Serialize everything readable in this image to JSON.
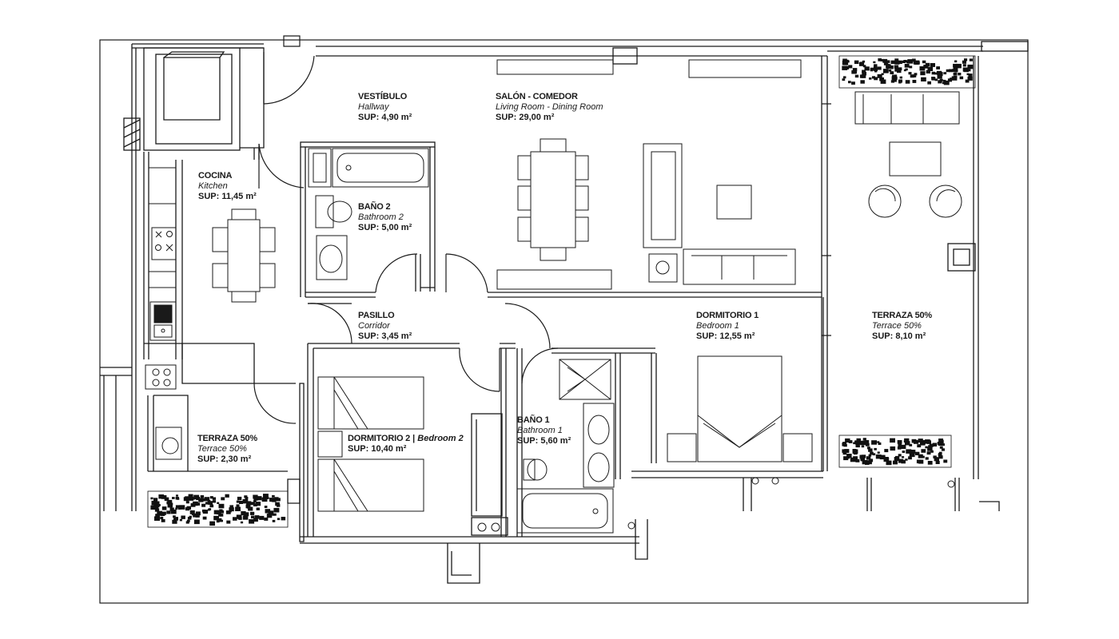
{
  "rooms": {
    "vestibulo": {
      "name": "VESTÍBULO",
      "name_en": "Hallway",
      "area": "SUP: 4,90 m²"
    },
    "salon": {
      "name": "SALÓN - COMEDOR",
      "name_en": "Living Room - Dining Room",
      "area": "SUP: 29,00 m²"
    },
    "cocina": {
      "name": "COCINA",
      "name_en": "Kitchen",
      "area": "SUP: 11,45 m²"
    },
    "bano2": {
      "name": "BAÑO 2",
      "name_en": "Bathroom 2",
      "area": "SUP: 5,00 m²"
    },
    "pasillo": {
      "name": "PASILLO",
      "name_en": "Corridor",
      "area": "SUP: 3,45 m²"
    },
    "dormitorio1": {
      "name": "DORMITORIO 1",
      "name_en": "Bedroom 1",
      "area": "SUP: 12,55 m²"
    },
    "terraza_grande": {
      "name": "TERRAZA 50%",
      "name_en": "Terrace 50%",
      "area": "SUP: 8,10 m²"
    },
    "terraza_pequena": {
      "name": "TERRAZA 50%",
      "name_en": "Terrace 50%",
      "area": "SUP: 2,30 m²"
    },
    "dormitorio2": {
      "name": "DORMITORIO 2",
      "separator": "|",
      "name_en": "Bedroom 2",
      "area": "SUP: 10,40 m²"
    },
    "bano1": {
      "name": "BAÑO 1",
      "name_en": "Bathroom 1",
      "area": "SUP: 5,60 m²"
    }
  },
  "colors": {
    "line": "#1a1a1a",
    "background": "#ffffff",
    "planter": "#111111"
  }
}
